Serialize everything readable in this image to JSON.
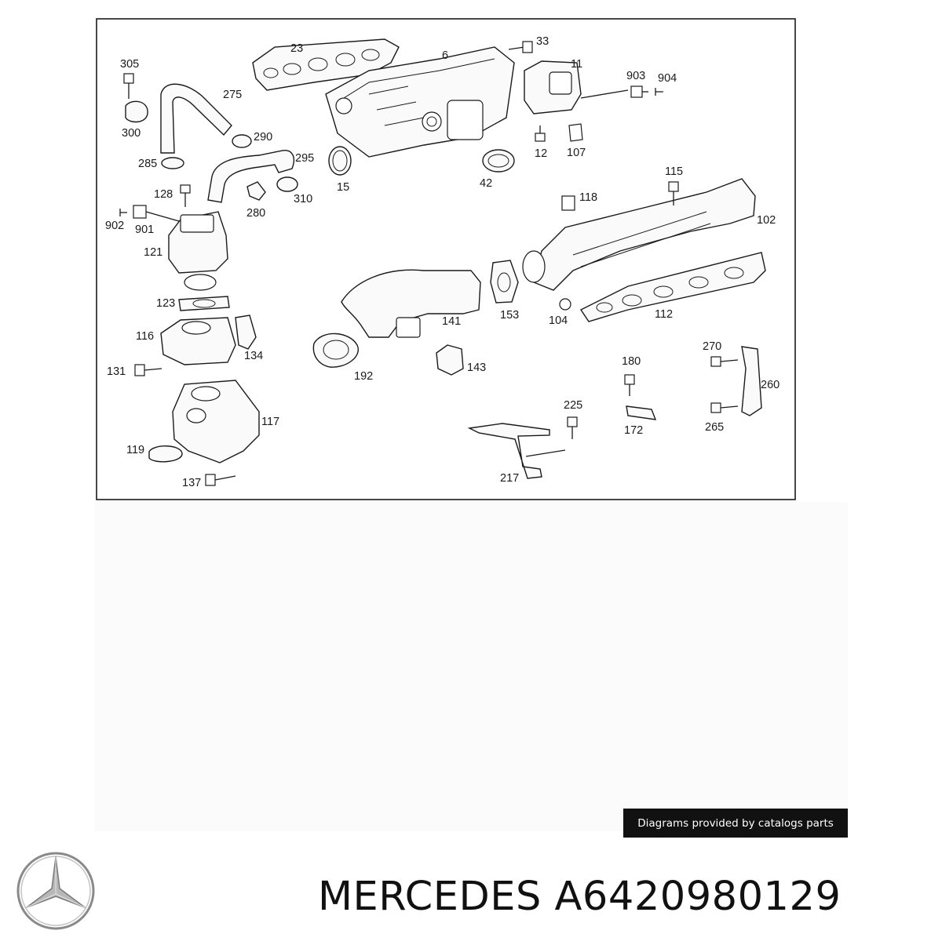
{
  "diagram": {
    "callouts": [
      "23",
      "6",
      "33",
      "11",
      "903",
      "904",
      "305",
      "275",
      "300",
      "290",
      "285",
      "295",
      "15",
      "42",
      "12",
      "107",
      "128",
      "902",
      "901",
      "280",
      "310",
      "115",
      "118",
      "102",
      "121",
      "123",
      "141",
      "153",
      "104",
      "112",
      "116",
      "134",
      "131",
      "192",
      "143",
      "180",
      "270",
      "260",
      "117",
      "119",
      "137",
      "225",
      "172",
      "265",
      "217"
    ]
  },
  "attribution": "Diagrams provided by catalogs parts",
  "brand": {
    "title": "MERCEDES A6420980129",
    "logo_icon": "mercedes-star-icon"
  }
}
